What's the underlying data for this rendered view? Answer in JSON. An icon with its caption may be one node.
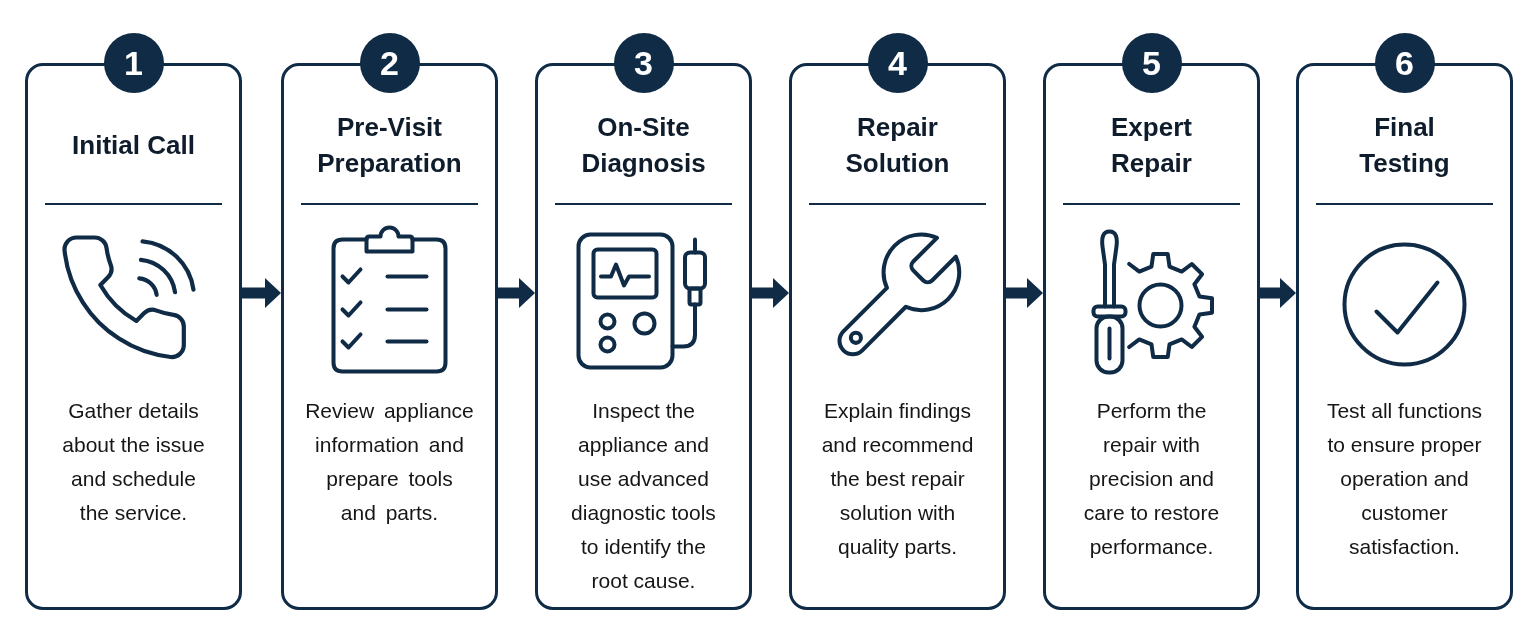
{
  "diagram": {
    "nodes": [
      {
        "text": [
          "1"
        ]
      },
      {
        "text": [
          "Initial Call",
          "Gather details about the issue and schedule the service."
        ]
      },
      {
        "text": [
          "2"
        ]
      },
      {
        "text": [
          "Pre-Visit Preparation",
          "Review appliance information and prepare tools and parts."
        ]
      },
      {
        "text": [
          "3"
        ]
      },
      {
        "text": [
          "On-Site Diagnosis",
          "Inspect the appliance and use advanced diagnostic tools to identify the root cause."
        ]
      },
      {
        "text": [
          "4"
        ]
      },
      {
        "text": [
          "Repair Solution",
          "Explain findings and recommend the best repair solution with quality parts."
        ]
      },
      {
        "text": [
          "5"
        ]
      },
      {
        "text": [
          "Expert Repair",
          "Perform the repair with precision and care to restore performance."
        ]
      },
      {
        "text": [
          "6"
        ]
      },
      {
        "text": [
          "Final Testing",
          "Test all functions to ensure proper operation and customer satisfaction."
        ]
      }
    ],
    "edges": [
      {
        "from": 1,
        "to": 3,
        "arrow": "to"
      },
      {
        "from": 3,
        "to": 5,
        "arrow": "to"
      },
      {
        "from": 5,
        "to": 7,
        "arrow": "to"
      },
      {
        "from": 7,
        "to": 9,
        "arrow": "to"
      },
      {
        "from": 9,
        "to": 11,
        "arrow": "to"
      }
    ]
  }
}
